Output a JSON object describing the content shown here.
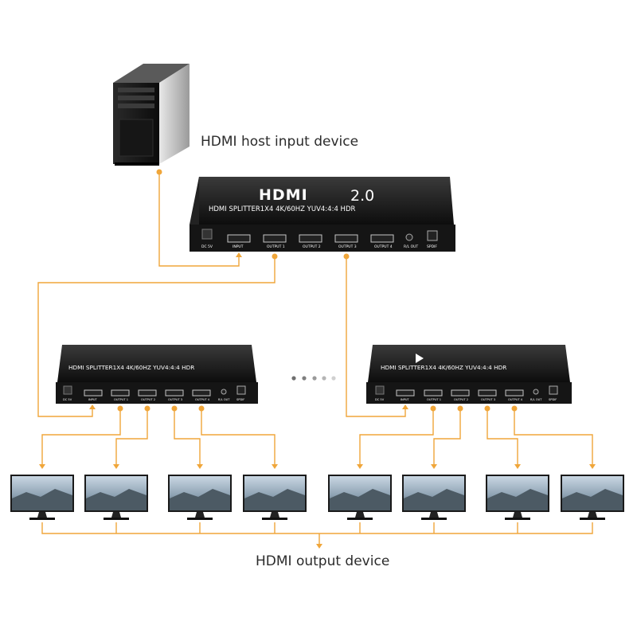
{
  "labels": {
    "host": "HDMI host input device",
    "output": "HDMI output device"
  },
  "main_splitter": {
    "brand": "HDMI",
    "version": "2.0",
    "subtitle": "HDMI SPLITTER1X4 4K/60HZ YUV4:4:4 HDR",
    "ports": [
      "DC 5V",
      "INPUT",
      "OUTPUT 1",
      "OUTPUT 2",
      "OUTPUT 3",
      "OUTPUT 4",
      "R/L OUT",
      "SPDIF"
    ]
  },
  "cascade_splitter": {
    "subtitle": "HDMI SPLITTER1X4 4K/60HZ YUV4:4:4 HDR",
    "ports": [
      "DC 5V",
      "INPUT",
      "OUTPUT 1",
      "OUTPUT 2",
      "OUTPUT 3",
      "OUTPUT 4",
      "R/L OUT",
      "SPDIF"
    ]
  },
  "monitor_count": 8,
  "colors": {
    "connector": "#f0a63a",
    "device_body": "#111111",
    "label_text": "#2b2b2b"
  }
}
